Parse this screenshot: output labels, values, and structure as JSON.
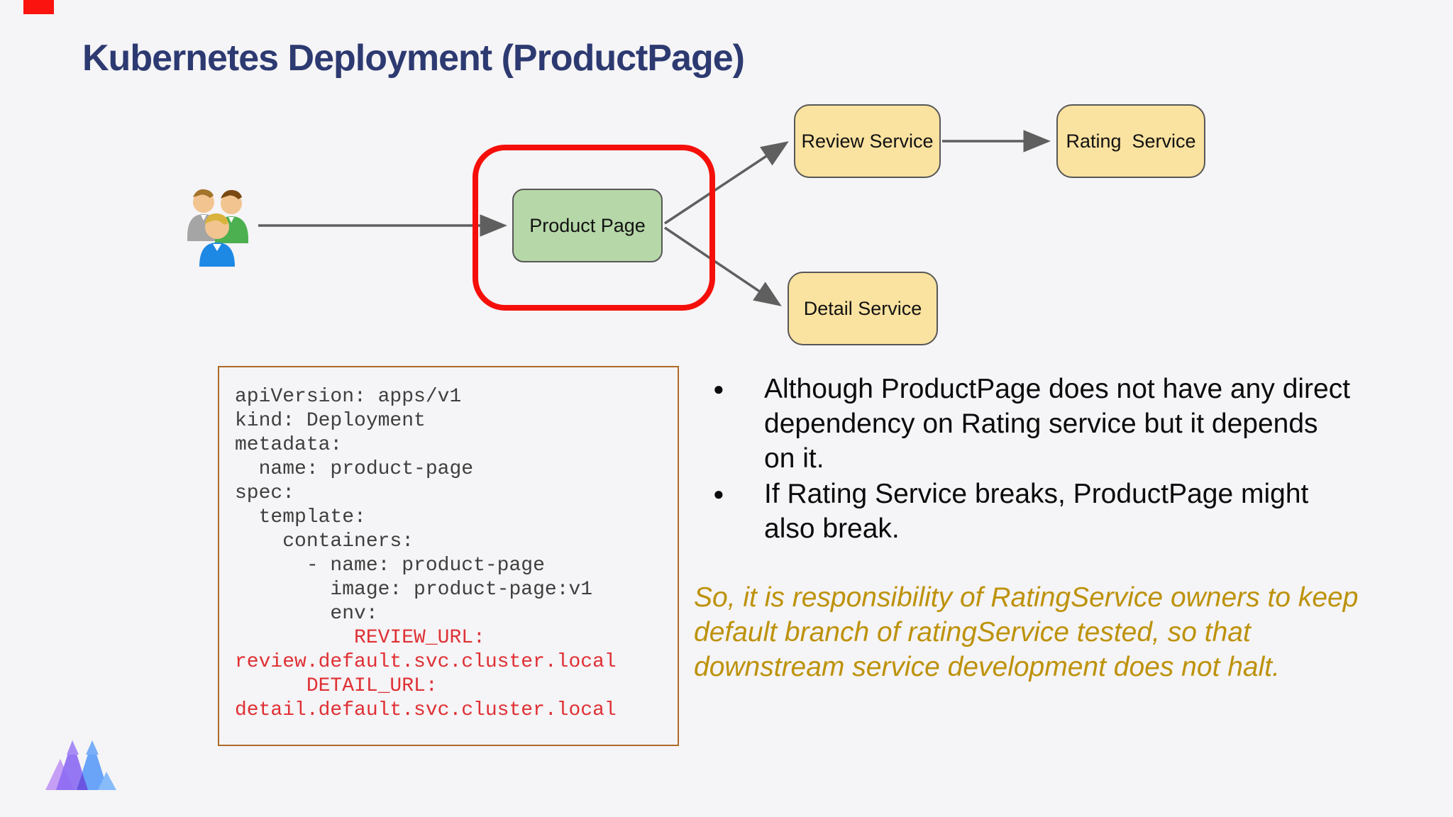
{
  "slide": {
    "title": "Kubernetes Deployment (ProductPage)",
    "title_color": "#2d3a71",
    "background_color": "#f5f4f6"
  },
  "diagram": {
    "arrow_color": "#5f5f5f",
    "highlight_frame_color": "#f50f0a",
    "users_icon": "three-users-clipart",
    "nodes": {
      "product_page": {
        "label": "Product Page",
        "fill": "#b6d7a8"
      },
      "review_service": {
        "label": "Review Service",
        "fill": "#fae2a0"
      },
      "rating_service": {
        "label": "Rating  Service",
        "fill": "#fae2a0"
      },
      "detail_service": {
        "label": "Detail Service",
        "fill": "#fae2a0"
      }
    }
  },
  "code_block": {
    "border_color": "#ad6b28",
    "text_color": "#3f3f3f",
    "highlight_color": "#df3034",
    "lines": [
      "apiVersion: apps/v1",
      "kind: Deployment",
      "metadata:",
      "  name: product-page",
      "spec:",
      "  template:",
      "    containers:",
      "      - name: product-page",
      "        image: product-page:v1",
      "        env:",
      "          REVIEW_URL:",
      "review.default.svc.cluster.local",
      "      DETAIL_URL:",
      "detail.default.svc.cluster.local"
    ]
  },
  "notes": {
    "bullet_glyph": "●",
    "bullets": [
      "Although ProductPage does not have any direct dependency on Rating service but it depends on it.",
      "If Rating Service breaks, ProductPage might also break."
    ],
    "callout": "So, it is responsibility of RatingService owners to keep default branch of ratingService tested, so that downstream service development does not halt.",
    "callout_color": "#bd920b"
  }
}
